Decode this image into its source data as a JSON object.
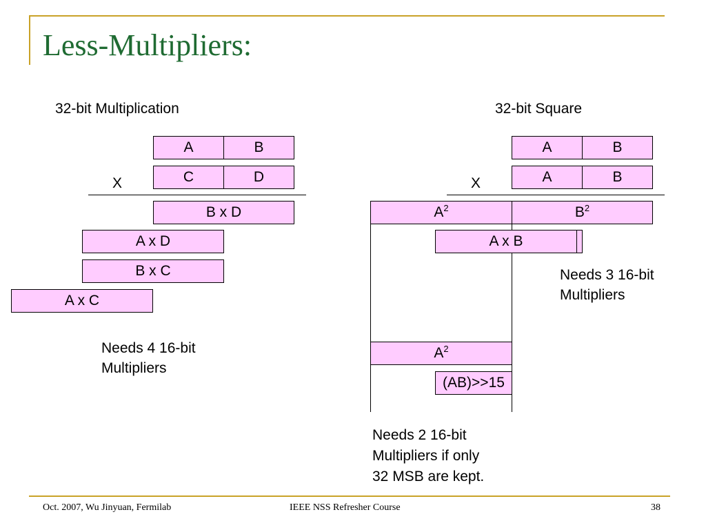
{
  "title": "Less-Multipliers:",
  "left": {
    "heading": "32-bit Multiplication",
    "row1": [
      "A",
      "B"
    ],
    "row2": [
      "C",
      "D"
    ],
    "times": "X",
    "products": [
      "B x D",
      "A x D",
      "B x C",
      "A x C"
    ],
    "note_line1": "Needs 4 16-bit",
    "note_line2": "Multipliers"
  },
  "right": {
    "heading": "32-bit Square",
    "row1": [
      "A",
      "B"
    ],
    "row2": [
      "A",
      "B"
    ],
    "times": "X",
    "a_squared_base": "A",
    "b_squared_base": "B",
    "exponent": "2",
    "axb": "A x B",
    "note3_line1": "Needs 3 16-bit",
    "note3_line2": "Multipliers",
    "a2_lower_base": "A",
    "ab_shift": "(AB)>>15",
    "note2_line1": "Needs 2 16-bit",
    "note2_line2": "Multipliers if only",
    "note2_line3": "32 MSB are kept."
  },
  "footer": {
    "left": "Oct. 2007, Wu Jinyuan, Fermilab",
    "center": "IEEE NSS Refresher Course",
    "page": "38"
  },
  "colors": {
    "box_fill": "#ffccff",
    "accent": "#c9a227",
    "title": "#1f6b32"
  }
}
